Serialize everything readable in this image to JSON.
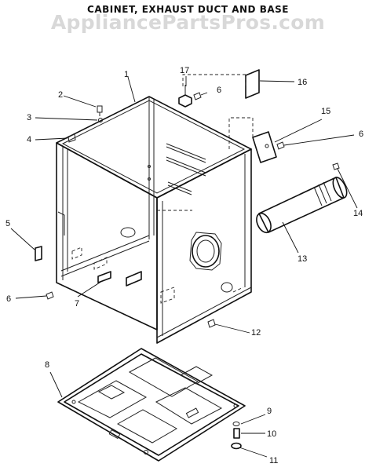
{
  "title": "CABINET, EXHAUST DUCT AND BASE",
  "watermark": "AppliancePartsPros.com",
  "callouts": [
    "1",
    "2",
    "3",
    "4",
    "5",
    "6",
    "6",
    "6",
    "7",
    "8",
    "9",
    "10",
    "11",
    "12",
    "13",
    "14",
    "15",
    "16",
    "17"
  ],
  "colors": {
    "ink": "#111111",
    "watermark": "#d8d8d8",
    "background": "#ffffff"
  }
}
